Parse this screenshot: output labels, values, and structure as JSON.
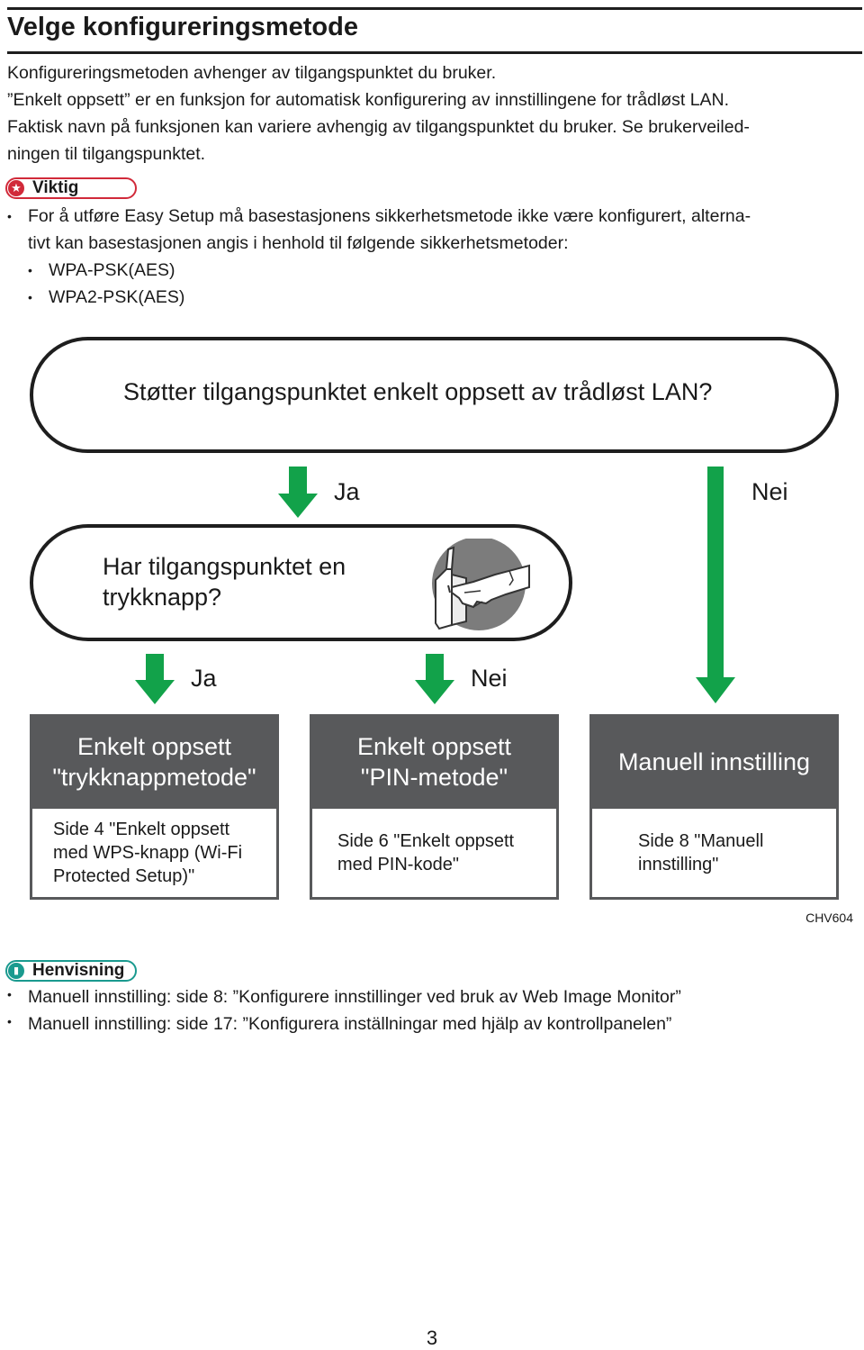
{
  "heading": "Velge konfigureringsmetode",
  "intro": {
    "line1": "Konfigureringsmetoden avhenger av tilgangspunktet du bruker.",
    "line2": "”Enkelt oppsett” er en funksjon for automatisk konfigurering av innstillingene for trådløst LAN.",
    "line3": "Faktisk navn på funksjonen kan variere avhengig av tilgangspunktet du bruker. Se brukerveiled-",
    "line4": "ningen til tilgangspunktet."
  },
  "important": {
    "badge_label": "Viktig",
    "badge_icon": "star-icon",
    "badge_color": "#d12a3a",
    "bullet_line1": "For å utføre Easy Setup må basestasjonens sikkerhetsmetode ikke være konfigurert, alterna-",
    "bullet_line2": "tivt kan basestasjonen angis i henhold til følgende sikkerhetsmetoder:",
    "sub_items": [
      "WPA-PSK(AES)",
      "WPA2-PSK(AES)"
    ]
  },
  "flow": {
    "arrow_color": "#12a24a",
    "question1": "Støtter tilgangspunktet enkelt oppsett av trådløst LAN?",
    "q1_yes": "Ja",
    "q1_no": "Nei",
    "question2_line1": "Har tilgangspunktet en",
    "question2_line2": "trykknapp?",
    "q2_yes": "Ja",
    "q2_no": "Nei",
    "results": [
      {
        "title_line1": "Enkelt oppsett",
        "title_line2": "\"trykknappmetode\"",
        "ref_line1": "Side 4 \"Enkelt oppsett",
        "ref_line2": "med WPS-knapp (Wi-Fi",
        "ref_line3": "Protected Setup)\""
      },
      {
        "title_line1": "Enkelt oppsett",
        "title_line2": "\"PIN-metode\"",
        "ref_line1": "Side 6 \"Enkelt oppsett",
        "ref_line2": "med PIN-kode\""
      },
      {
        "title_line1": "Manuell innstilling",
        "ref_line1": "Side 8 \"Manuell",
        "ref_line2": "innstilling\""
      }
    ],
    "figure_code": "CHV604"
  },
  "reference": {
    "badge_label": "Henvisning",
    "badge_icon": "book-icon",
    "badge_color": "#1a9a8f",
    "items": [
      "Manuell innstilling: side 8: ”Konfigurere innstillinger ved bruk av Web Image Monitor”",
      "Manuell innstilling: side 17: ”Konfigurera inställningar med hjälp av kontrollpanelen”"
    ]
  },
  "page_number": "3"
}
